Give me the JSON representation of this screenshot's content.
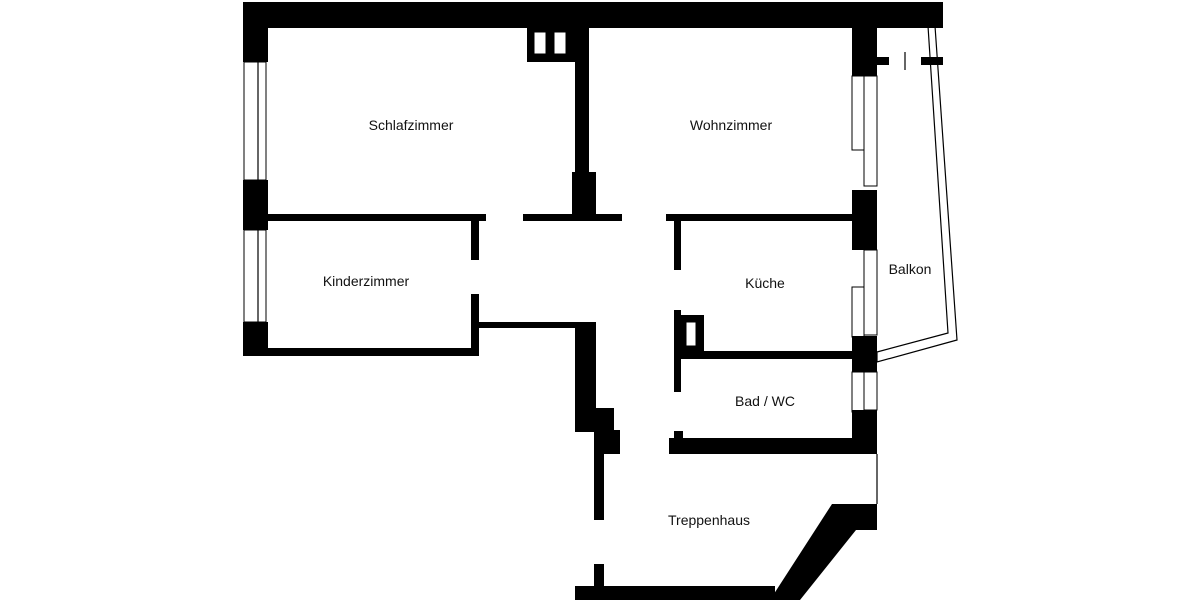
{
  "floorplan": {
    "rooms": [
      {
        "id": "schlafzimmer",
        "label": "Schlafzimmer"
      },
      {
        "id": "wohnzimmer",
        "label": "Wohnzimmer"
      },
      {
        "id": "kinderzimmer",
        "label": "Kinderzimmer"
      },
      {
        "id": "kueche",
        "label": "Küche"
      },
      {
        "id": "balkon",
        "label": "Balkon"
      },
      {
        "id": "bad",
        "label": "Bad / WC"
      },
      {
        "id": "treppenhaus",
        "label": "Treppenhaus"
      }
    ],
    "colors": {
      "wall": "#000000",
      "background": "#ffffff",
      "text": "#111111"
    }
  }
}
